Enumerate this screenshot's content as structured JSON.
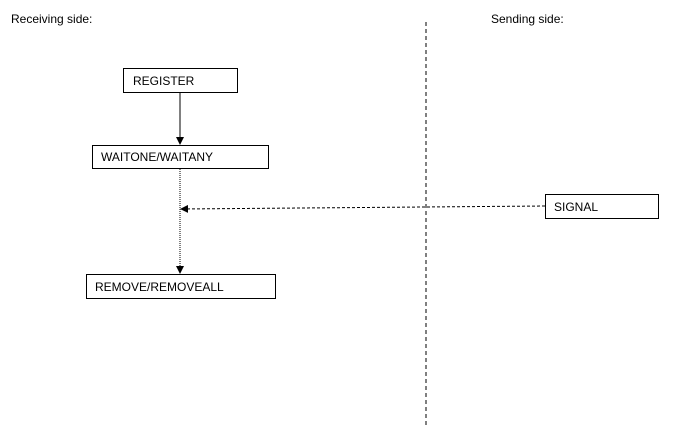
{
  "labels": {
    "receiving": "Receiving side:",
    "sending": "Sending side:"
  },
  "boxes": {
    "register": "REGISTER",
    "wait": "WAITONE/WAITANY",
    "remove": "REMOVE/REMOVEALL",
    "signal": "SIGNAL"
  }
}
